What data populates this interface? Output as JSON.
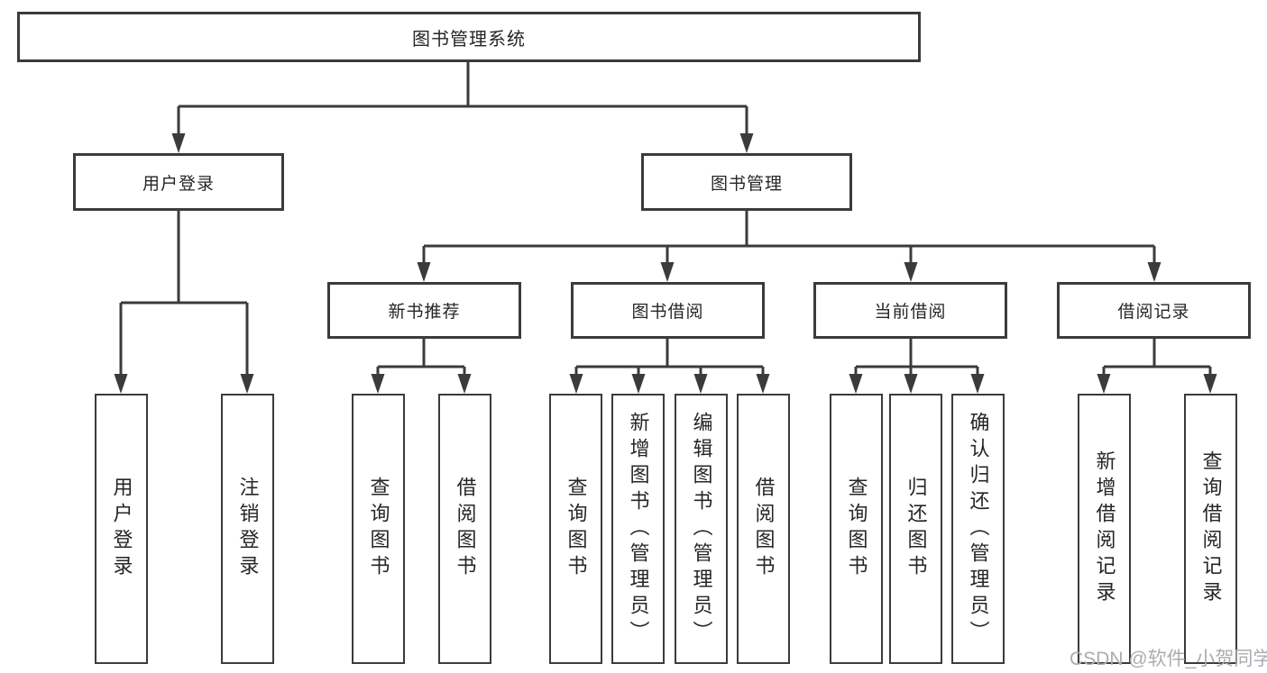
{
  "diagram": {
    "root": {
      "label": "图书管理系统"
    },
    "level2": {
      "user_login": {
        "label": "用户登录"
      },
      "book_management": {
        "label": "图书管理"
      }
    },
    "level3": {
      "new_books": {
        "label": "新书推荐"
      },
      "book_borrowing": {
        "label": "图书借阅"
      },
      "current_borrowing": {
        "label": "当前借阅"
      },
      "borrowing_records": {
        "label": "借阅记录"
      }
    },
    "leaves": {
      "user_login": [
        "用户登录",
        "注销登录"
      ],
      "new_books": [
        "查询图书",
        "借阅图书"
      ],
      "book_borrowing": [
        "查询图书",
        "新增图书（管理员）",
        "编辑图书（管理员）",
        "借阅图书"
      ],
      "current_borrowing": [
        "查询图书",
        "归还图书",
        "确认归还（管理员）"
      ],
      "borrowing_records": [
        "新增借阅记录",
        "查询借阅记录"
      ]
    }
  },
  "watermark": {
    "text": "CSDN @软件_小贺同学"
  },
  "colors": {
    "line": "#3b3b3b",
    "text": "#262626",
    "background": "#ffffff",
    "watermark": "#ababb2"
  }
}
